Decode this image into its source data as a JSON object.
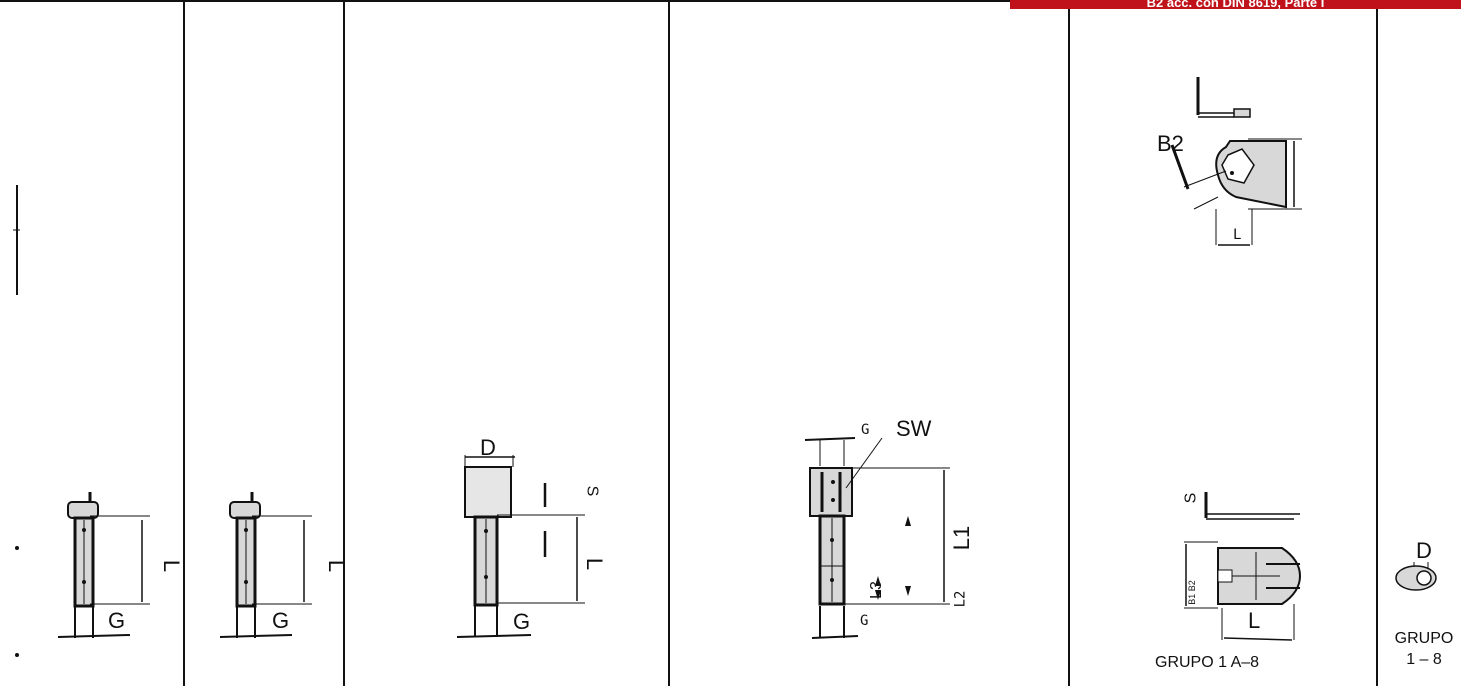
{
  "banner": {
    "text": "B2 acc. con DIN 8619, Parte I"
  },
  "colors": {
    "banner": "#c0121b",
    "part_fill": "#d8d8d8",
    "line": "#111111"
  },
  "panels": [
    {
      "id": "p1",
      "labels": {
        "g": "G",
        "l": "L"
      }
    },
    {
      "id": "p2",
      "labels": {
        "g": "G",
        "l": "L"
      }
    },
    {
      "id": "p3",
      "labels": {
        "d": "D",
        "s": "S",
        "l": "L",
        "g": "G"
      }
    },
    {
      "id": "p4",
      "labels": {
        "g_top": "G",
        "sw": "SW",
        "l1": "L1",
        "l2": "L2",
        "l3": "L3",
        "g": "G"
      }
    },
    {
      "id": "p5",
      "labels": {
        "b2": "B2",
        "l_top": "L",
        "s": "S",
        "b1b2": "B1 B2",
        "l_bottom": "L"
      },
      "caption": "GRUPO 1 A–8"
    },
    {
      "id": "p6",
      "labels": {
        "d": "D"
      },
      "caption_line1": "GRUPO",
      "caption_line2": "1 – 8"
    }
  ]
}
